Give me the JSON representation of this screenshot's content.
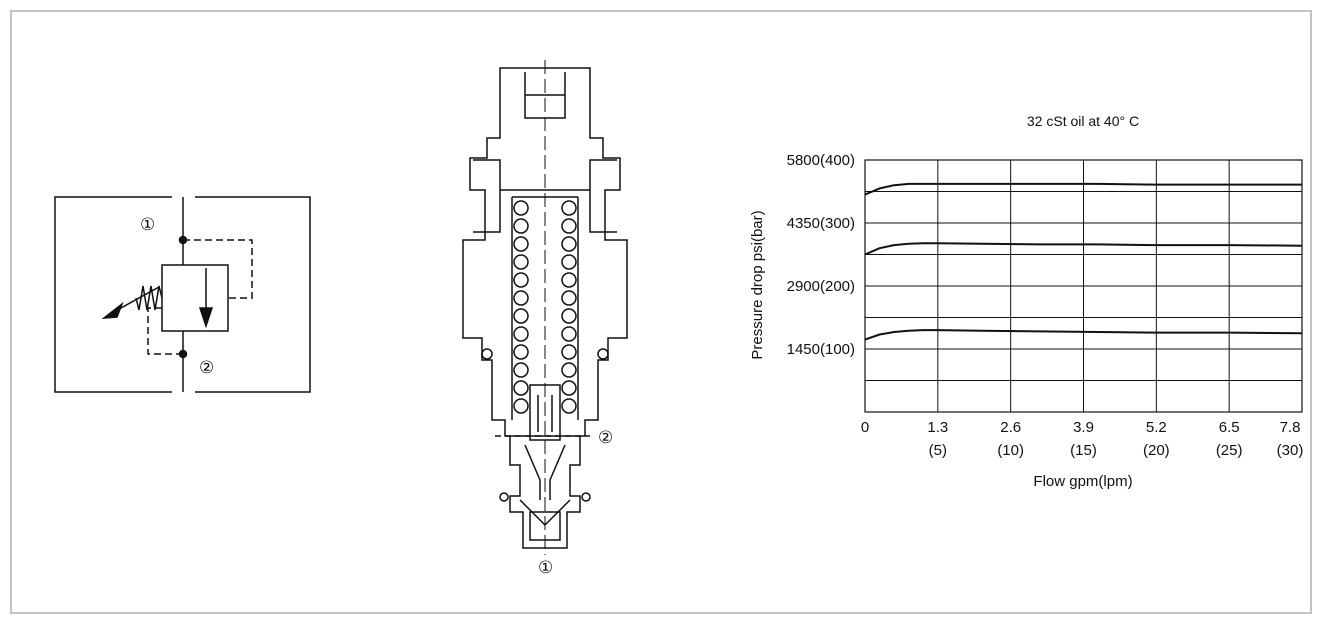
{
  "symbol": {
    "port1": "①",
    "port2": "②"
  },
  "section": {
    "port1": "①",
    "port2": "②"
  },
  "chart_data": {
    "type": "line",
    "title": "32 cSt oil at 40°  C",
    "xlabel": "Flow gpm(lpm)",
    "ylabel": "Pressure drop psi(bar)",
    "xlim": [
      0,
      30
    ],
    "ylim": [
      0,
      400
    ],
    "grid": true,
    "x_tick_values": [
      0,
      5,
      10,
      15,
      20,
      25,
      30
    ],
    "x_tick_labels": [
      {
        "top": "0",
        "bottom": ""
      },
      {
        "top": "1.3",
        "bottom": "(5)"
      },
      {
        "top": "2.6",
        "bottom": "(10)"
      },
      {
        "top": "3.9",
        "bottom": "(15)"
      },
      {
        "top": "5.2",
        "bottom": "(20)"
      },
      {
        "top": "6.5",
        "bottom": "(25)"
      },
      {
        "top": "7.8",
        "bottom": "(30)"
      }
    ],
    "y_tick_values": [
      100,
      200,
      300,
      400
    ],
    "y_tick_labels": [
      "1450(100)",
      "2900(200)",
      "4350(300)",
      "5800(400)"
    ],
    "series": [
      {
        "x": [
          0,
          1,
          2,
          3,
          4,
          5,
          8,
          12,
          16,
          20,
          25,
          30
        ],
        "y": [
          115,
          123,
          127,
          129,
          130,
          130,
          129,
          128,
          127,
          126,
          126,
          125
        ]
      },
      {
        "x": [
          0,
          1,
          2,
          3,
          4,
          5,
          8,
          12,
          16,
          20,
          25,
          30
        ],
        "y": [
          250,
          260,
          265,
          267,
          268,
          268,
          267,
          266,
          266,
          265,
          265,
          264
        ]
      },
      {
        "x": [
          0,
          1,
          2,
          3,
          4,
          5,
          8,
          12,
          16,
          20,
          25,
          30
        ],
        "y": [
          345,
          355,
          360,
          362,
          362,
          362,
          362,
          362,
          362,
          361,
          361,
          361
        ]
      }
    ]
  }
}
